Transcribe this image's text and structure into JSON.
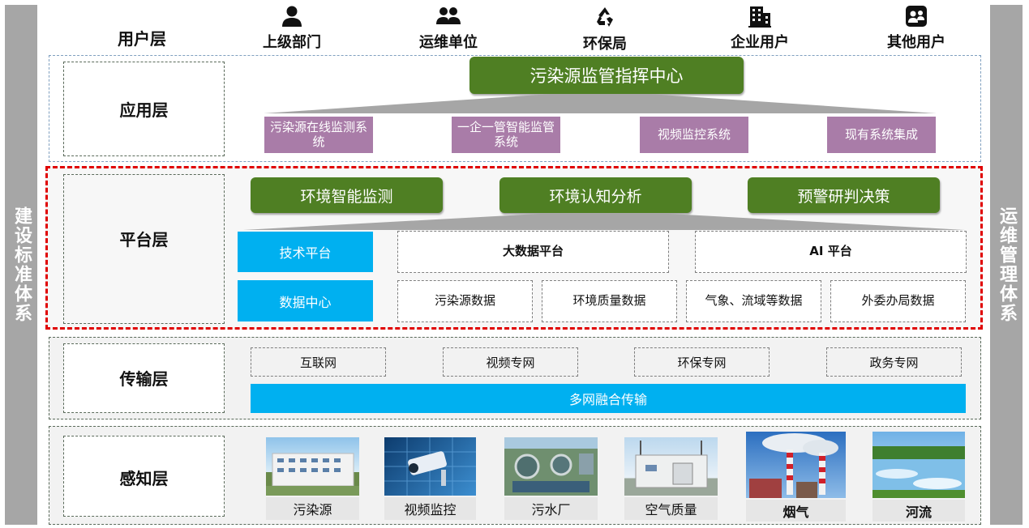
{
  "left_bar": "建设标准体系",
  "right_bar": "运维管理体系",
  "user_layer": {
    "title": "用户层",
    "users": [
      {
        "label": "上级部门",
        "icon": "person-icon"
      },
      {
        "label": "运维单位",
        "icon": "people-icon"
      },
      {
        "label": "环保局",
        "icon": "recycle-icon"
      },
      {
        "label": "企业用户",
        "icon": "building-icon"
      },
      {
        "label": "其他用户",
        "icon": "contacts-icon"
      }
    ]
  },
  "app_layer": {
    "title": "应用层",
    "center": "污染源监管指挥中心",
    "systems": [
      "污染源在线监测系统",
      "一企一管智能监管系统",
      "视频监控系统",
      "现有系统集成"
    ]
  },
  "platform_layer": {
    "title": "平台层",
    "functions": [
      "环境智能监测",
      "环境认知分析",
      "预警研判决策"
    ],
    "tech_platform": "技术平台",
    "data_center": "数据中心",
    "big_data": "大数据平台",
    "ai": "AI 平台",
    "data_items": [
      "污染源数据",
      "环境质量数据",
      "气象、流域等数据",
      "外委办局数据"
    ]
  },
  "transport_layer": {
    "title": "传输层",
    "networks": [
      "互联网",
      "视频专网",
      "环保专网",
      "政务专网"
    ],
    "fusion": "多网融合传输"
  },
  "perception_layer": {
    "title": "感知层",
    "items": [
      "污染源",
      "视频监控",
      "污水厂",
      "空气质量",
      "烟气",
      "河流"
    ]
  },
  "colors": {
    "green": "#4f7f23",
    "purple": "#a97ca8",
    "blue": "#00b0f0",
    "red_dash": "#e00000",
    "gray_bar": "#a6a6a6"
  }
}
